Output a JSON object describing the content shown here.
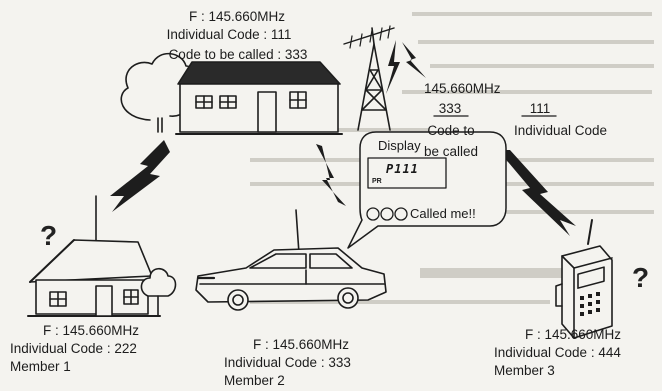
{
  "top": {
    "freq": "F : 145.660MHz",
    "individual": "Individual Code : 111",
    "to_call": "Code to be called : 333"
  },
  "signal": {
    "freq": "145.660MHz",
    "code_to_call_value": "333",
    "code_to_call_label_1": "Code to",
    "code_to_call_label_2": "be called",
    "individual_value": "111",
    "individual_label": "Individual Code"
  },
  "display": {
    "title": "Display",
    "lcd_main": "P111",
    "lcd_sub": "PR",
    "called_text": "Called me!!"
  },
  "member1": {
    "freq": "F : 145.660MHz",
    "individual": "Individual Code : 222",
    "member": "Member 1",
    "mark": "?"
  },
  "member2": {
    "freq": "F : 145.660MHz",
    "individual": "Individual Code : 333",
    "member": "Member 2"
  },
  "member3": {
    "freq": "F : 145.660MHz",
    "individual": "Individual Code : 444",
    "member": "Member 3",
    "mark": "?"
  },
  "colors": {
    "ink": "#1d1d1d",
    "paper": "#f4f3ef",
    "bleed": "#c9c7c0"
  }
}
